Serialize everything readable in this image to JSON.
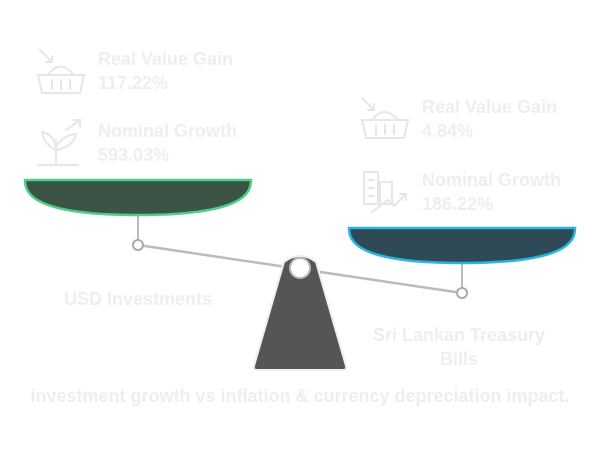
{
  "left": {
    "label": "USD Investments",
    "metrics": [
      {
        "title": "Real Value Gain",
        "value": "117.22%",
        "icon": "basket-down-icon"
      },
      {
        "title": "Nominal Growth",
        "value": "593.03%",
        "icon": "plant-growth-icon"
      }
    ],
    "pan_color": "#3c5446",
    "pan_stroke": "#4fcf85"
  },
  "right": {
    "label_line1": "Sri Lankan Treasury",
    "label_line2": "Bills",
    "metrics": [
      {
        "title": "Real Value Gain",
        "value": "4.84%",
        "icon": "basket-down-icon"
      },
      {
        "title": "Nominal Growth",
        "value": "186.22%",
        "icon": "building-growth-icon"
      }
    ],
    "pan_color": "#2f4a57",
    "pan_stroke": "#2ab4e0"
  },
  "caption": "investment growth vs inflation & currency depreciation impact.",
  "colors": {
    "stand": "#555555",
    "beam": "#bbbbbb",
    "faded_text": "#eeeeee",
    "faded_icon": "#e6e6e6"
  }
}
